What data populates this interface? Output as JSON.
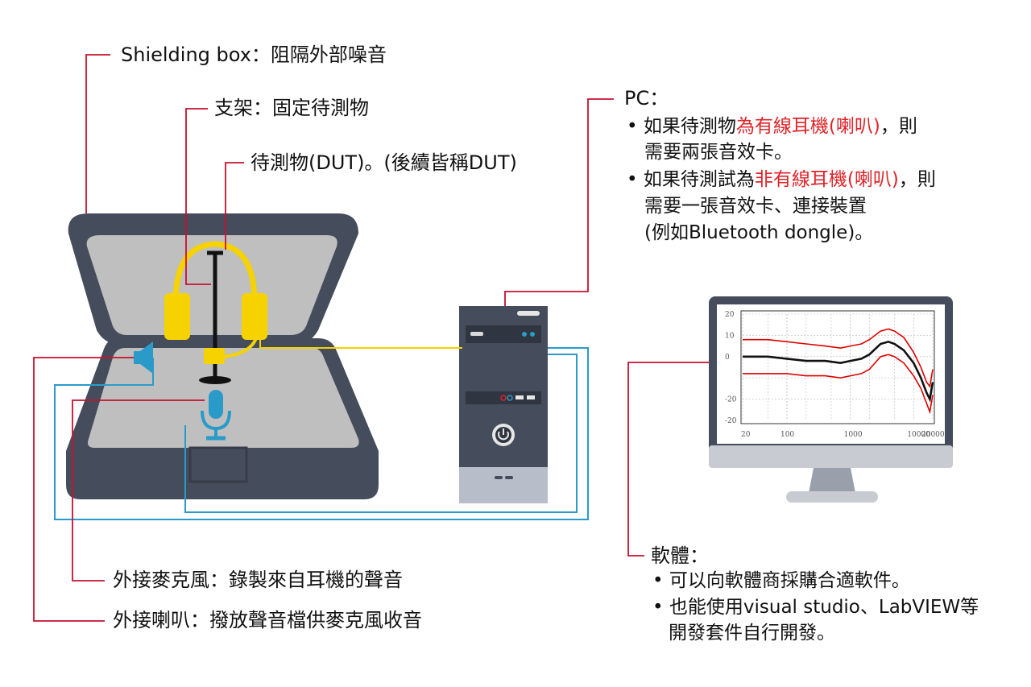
{
  "labels": {
    "shielding_box": "Shielding box：阻隔外部噪音",
    "stand": "支架：固定待測物",
    "dut": "待測物(DUT)。(後續皆稱DUT)",
    "ext_mic": "外接麥克風：錄製來自耳機的聲音",
    "ext_speaker": "外接喇叭：撥放聲音檔供麥克風收音"
  },
  "pc": {
    "title": "PC：",
    "item1_pre": "• 如果待測物",
    "item1_red": "為有線耳機(喇叭)",
    "item1_post": "，則",
    "item1_line2": "需要兩張音效卡。",
    "item2_pre": "• 如果待測試為",
    "item2_red": "非有線耳機(喇叭)",
    "item2_post": "，則",
    "item2_line2": "需要一張音效卡、連接裝置",
    "item2_line3": "(例如Bluetooth dongle)。"
  },
  "software": {
    "title": "軟體：",
    "item1": "• 可以向軟體商採購合適軟件。",
    "item2": "• 也能使用visual studio、LabVIEW等",
    "item2_line2": "開發套件自行開發。"
  },
  "colors": {
    "leader": "#c8102e",
    "box_dark": "#454d5c",
    "box_light": "#bfbfbf",
    "yellow": "#f5d200",
    "blue": "#2a9bc9",
    "curve_red": "#e00000"
  },
  "chart_data": {
    "type": "line",
    "title": "",
    "xlabel": "",
    "ylabel": "",
    "x_scale": "log",
    "xlim": [
      20,
      20000
    ],
    "ylim": [
      -30,
      20
    ],
    "x_ticks": [
      "20",
      "100",
      "1000",
      "10000",
      "20000"
    ],
    "y_ticks": [
      "20",
      "10",
      "0",
      "-20",
      "-20"
    ],
    "x": [
      20,
      50,
      100,
      200,
      400,
      700,
      1000,
      1500,
      2000,
      3000,
      4000,
      5000,
      7000,
      10000,
      13000,
      16000,
      18000,
      20000
    ],
    "series": [
      {
        "values": [
          8,
          8,
          7,
          6,
          5,
          4,
          5,
          6,
          8,
          12,
          13,
          12,
          9,
          2,
          -5,
          -12,
          -14,
          -6
        ]
      },
      {
        "values": [
          0,
          0,
          -1,
          -2,
          -2,
          -3,
          -2,
          -1,
          1,
          6,
          7,
          6,
          3,
          -3,
          -10,
          -17,
          -20,
          -12
        ]
      },
      {
        "values": [
          -8,
          -8,
          -8,
          -9,
          -9,
          -10,
          -9,
          -8,
          -6,
          0,
          1,
          0,
          -3,
          -9,
          -15,
          -22,
          -26,
          -18
        ]
      }
    ]
  }
}
